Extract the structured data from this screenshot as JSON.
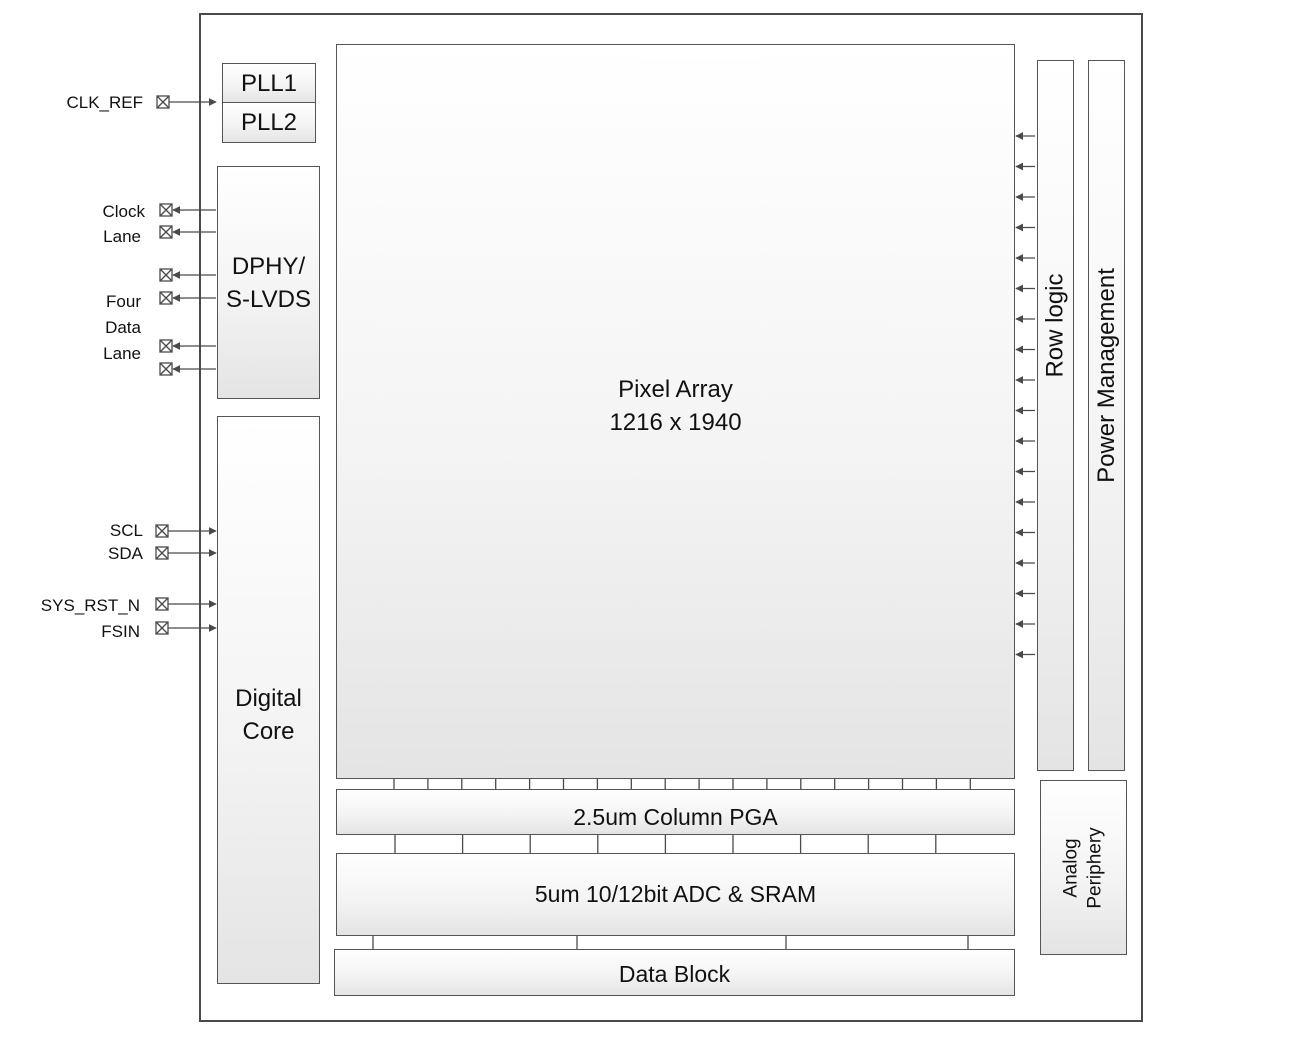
{
  "blocks": {
    "pll1": "PLL1",
    "pll2": "PLL2",
    "dphy_line1": "DPHY/",
    "dphy_line2": "S-LVDS",
    "digital_line1": "Digital",
    "digital_line2": "Core",
    "pixel_line1": "Pixel Array",
    "pixel_line2": "1216 x 1940",
    "row_logic": "Row logic",
    "power_mgmt": "Power Management",
    "column_pga": "2.5um Column PGA",
    "adc_sram": "5um 10/12bit ADC & SRAM",
    "data_block": "Data Block",
    "analog_line1": "Analog",
    "analog_line2": "Periphery"
  },
  "pins": {
    "clk_ref": "CLK_REF",
    "clock": "Clock",
    "lane1": "Lane",
    "four": "Four",
    "data": "Data",
    "lane2": "Lane",
    "scl": "SCL",
    "sda": "SDA",
    "sys_rst_n": "SYS_RST_N",
    "fsin": "FSIN"
  },
  "colors": {
    "stroke": "#4a4a4a",
    "block_fill_top": "#ffffff",
    "block_fill_bottom": "#e4e4e4"
  }
}
